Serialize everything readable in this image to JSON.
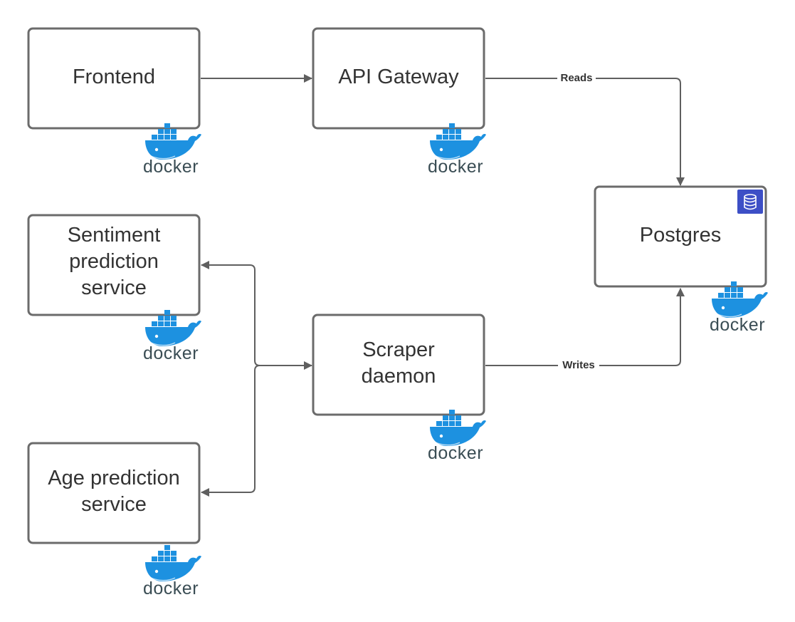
{
  "nodes": {
    "frontend": {
      "lines": [
        "Frontend"
      ]
    },
    "api_gateway": {
      "lines": [
        "API Gateway"
      ]
    },
    "postgres": {
      "lines": [
        "Postgres"
      ],
      "icon": "database-icon",
      "icon_color": "#3d4fc6"
    },
    "sentiment": {
      "lines": [
        "Sentiment",
        "prediction",
        "service"
      ]
    },
    "scraper": {
      "lines": [
        "Scraper",
        "daemon"
      ]
    },
    "age": {
      "lines": [
        "Age prediction",
        "service"
      ]
    }
  },
  "edges": {
    "reads_label": "Reads",
    "writes_label": "Writes"
  },
  "docker_logo": {
    "word": "docker",
    "whale_color": "#1d91e0",
    "text_color": "#3a4d54"
  }
}
